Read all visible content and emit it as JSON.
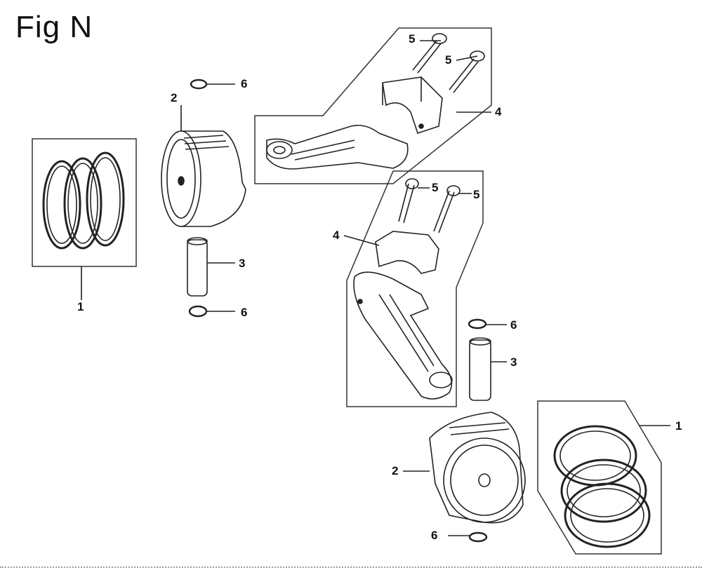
{
  "figure": {
    "title": "Fig N"
  },
  "callouts": {
    "rings_left": "1",
    "rings_right": "1",
    "piston_upper": "2",
    "piston_lower": "2",
    "pin_upper": "3",
    "pin_lower": "3",
    "rod_upper": "4",
    "rod_lower": "4",
    "bolt_upper_a": "5",
    "bolt_upper_b": "5",
    "bolt_lower_a": "5",
    "bolt_lower_b": "5",
    "clip_upper_top": "6",
    "clip_upper_bottom": "6",
    "clip_lower_top": "6",
    "clip_lower_bottom": "6"
  }
}
